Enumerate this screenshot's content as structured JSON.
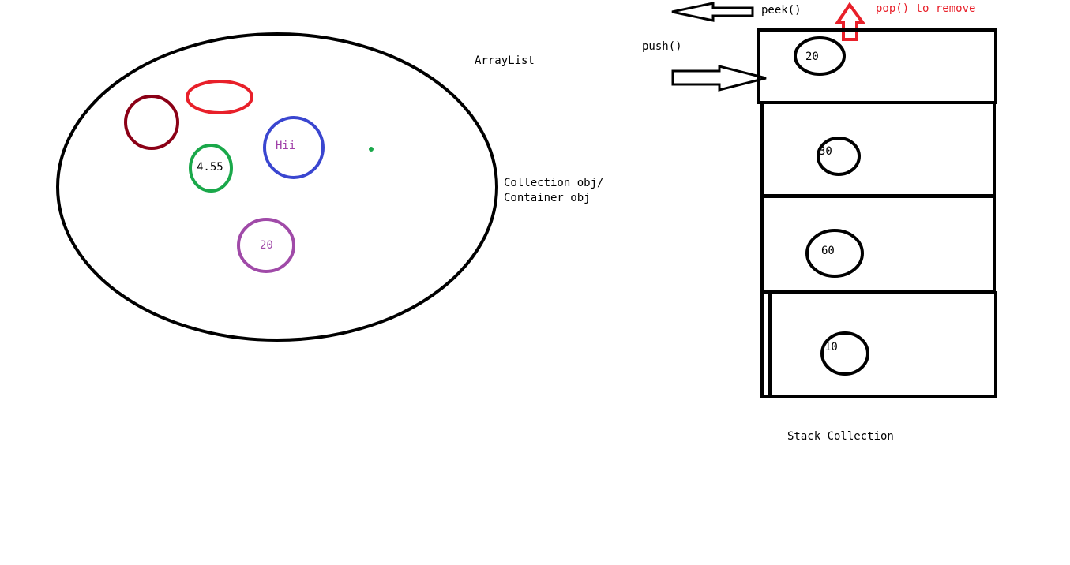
{
  "collection": {
    "arraylist_label": "ArrayList",
    "collection_label_line1": "Collection obj/",
    "collection_label_line2": "Container obj",
    "items": [
      {
        "id": "dark-red-circle",
        "text": "",
        "color": "#8b0016"
      },
      {
        "id": "red-ellipse",
        "text": "",
        "color": "#e8202a"
      },
      {
        "id": "green-circle",
        "text": "4.55",
        "color": "#1aa84a",
        "text_color": "#000000"
      },
      {
        "id": "blue-circle",
        "text": "Hii",
        "color": "#3a46d0",
        "text_color": "#a040a8"
      },
      {
        "id": "green-dot",
        "text": "",
        "color": "#1aa84a"
      },
      {
        "id": "purple-circle",
        "text": "20",
        "color": "#a04aa8",
        "text_color": "#a04aa8"
      }
    ]
  },
  "stack": {
    "caption": "Stack Collection",
    "peek_label": "peek()",
    "push_label": "push()",
    "pop_label": "pop() to remove",
    "pop_color": "#e8202a",
    "cells": [
      "20",
      "30",
      "60",
      "10"
    ]
  }
}
